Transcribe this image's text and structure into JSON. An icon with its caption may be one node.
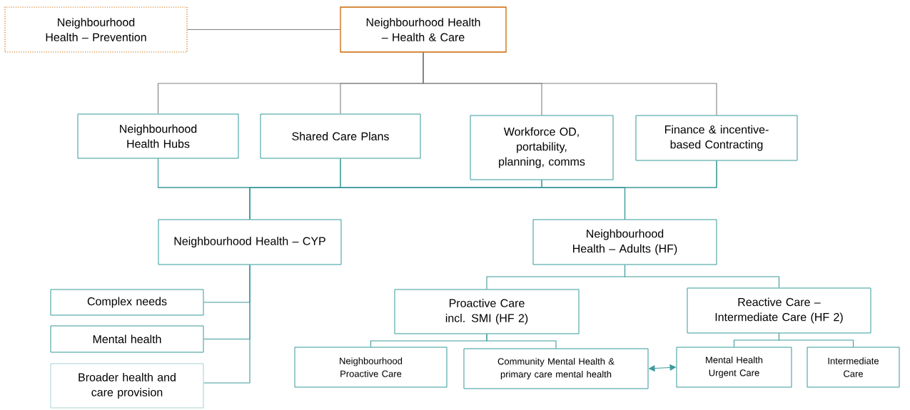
{
  "diagram": {
    "nodes": [
      {
        "text": [
          "Neighbourhood Health – Prevention"
        ]
      },
      {
        "text": [
          "Neighbourhood Health – Health & Care"
        ]
      },
      {
        "text": [
          "Neighbourhood Health Hubs"
        ]
      },
      {
        "text": [
          "Shared Care Plans"
        ]
      },
      {
        "text": [
          "Workforce OD, portability, planning, comms"
        ]
      },
      {
        "text": [
          "Finance & incentive-based Contracting"
        ]
      },
      {
        "text": [
          "Neighbourhood Health – CYP"
        ]
      },
      {
        "text": [
          "Neighbourhood Health – Adults (HF)"
        ]
      },
      {
        "text": [
          "Complex needs"
        ]
      },
      {
        "text": [
          "Mental health"
        ]
      },
      {
        "text": [
          "Broader health and care provision"
        ]
      },
      {
        "text": [
          "Proactive Care incl. SMI (HF 2)"
        ]
      },
      {
        "text": [
          "Reactive Care – Intermediate Care (HF 2)"
        ]
      },
      {
        "text": [
          "Neighbourhood Proactive Care"
        ]
      },
      {
        "text": [
          "Community Mental Health & primary care mental health"
        ]
      },
      {
        "text": [
          "Mental Health Urgent Care"
        ]
      },
      {
        "text": [
          "Intermediate Care"
        ]
      }
    ],
    "edges": [
      {
        "from": 0,
        "to": 1,
        "arrow": "none",
        "color": "#808080"
      },
      {
        "from": 1,
        "to": 2,
        "arrow": "none",
        "color": "#808080"
      },
      {
        "from": 1,
        "to": 3,
        "arrow": "none",
        "color": "#808080"
      },
      {
        "from": 1,
        "to": 4,
        "arrow": "none",
        "color": "#808080"
      },
      {
        "from": 1,
        "to": 5,
        "arrow": "none",
        "color": "#808080"
      },
      {
        "from": 2,
        "to": 6,
        "arrow": "none"
      },
      {
        "from": 2,
        "to": 7,
        "arrow": "none"
      },
      {
        "from": 3,
        "to": 6,
        "arrow": "none"
      },
      {
        "from": 3,
        "to": 7,
        "arrow": "none"
      },
      {
        "from": 4,
        "to": 6,
        "arrow": "none"
      },
      {
        "from": 4,
        "to": 7,
        "arrow": "none"
      },
      {
        "from": 5,
        "to": 6,
        "arrow": "none"
      },
      {
        "from": 5,
        "to": 7,
        "arrow": "none"
      },
      {
        "from": 6,
        "to": 8,
        "arrow": "none"
      },
      {
        "from": 6,
        "to": 9,
        "arrow": "none"
      },
      {
        "from": 6,
        "to": 10,
        "arrow": "none"
      },
      {
        "from": 7,
        "to": 11,
        "arrow": "none"
      },
      {
        "from": 7,
        "to": 12,
        "arrow": "none"
      },
      {
        "from": 11,
        "to": 13,
        "arrow": "none"
      },
      {
        "from": 11,
        "to": 14,
        "arrow": "none"
      },
      {
        "from": 12,
        "to": 15,
        "arrow": "none"
      },
      {
        "from": 12,
        "to": 16,
        "arrow": "none"
      },
      {
        "from": 14,
        "to": 15,
        "arrow": "both"
      }
    ]
  }
}
